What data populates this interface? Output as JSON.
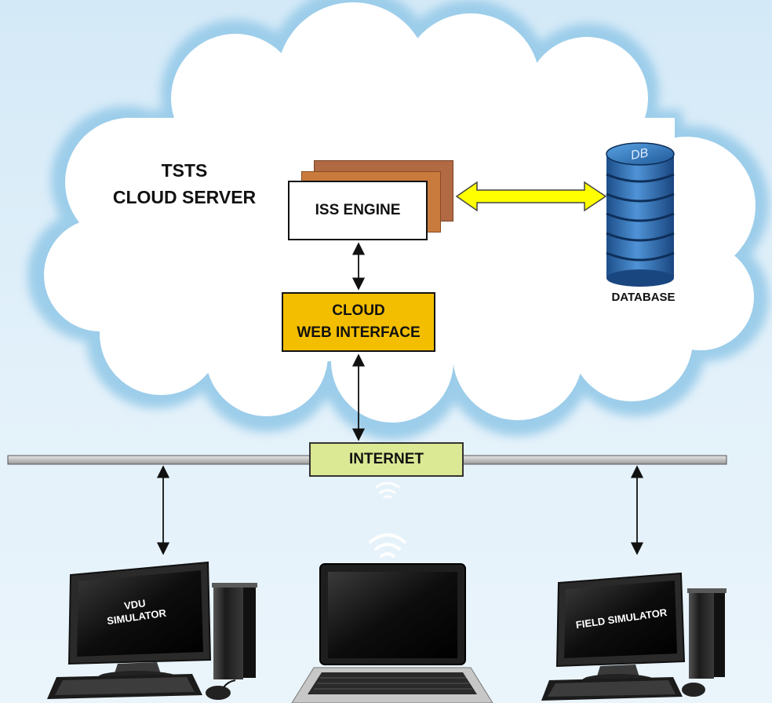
{
  "server": {
    "title_line1": "TSTS",
    "title_line2": "CLOUD SERVER"
  },
  "iss_engine": {
    "label": "ISS ENGINE"
  },
  "cloud_web_interface": {
    "line1": "CLOUD",
    "line2": "WEB INTERFACE"
  },
  "database": {
    "label": "DATABASE",
    "cylinder_text": "DB"
  },
  "network": {
    "label": "INTERNET"
  },
  "clients": {
    "vdu": {
      "line1": "VDU",
      "line2": "SIMULATOR"
    },
    "field": {
      "label": "FIELD SIMULATOR"
    }
  },
  "colors": {
    "cloud_fill": "#ffffff",
    "cloud_glow": "#9ccdea",
    "iss_stack": [
      "#b26a44",
      "#c97b3e"
    ],
    "web_interface": "#f3be00",
    "internet_box": "#dbe894",
    "db_arrow": "#ffff00",
    "database": "#2e6db0"
  },
  "icons": [
    "cloud-shape",
    "database-icon",
    "desktop-computer-icon",
    "laptop-icon",
    "wifi-icon"
  ]
}
